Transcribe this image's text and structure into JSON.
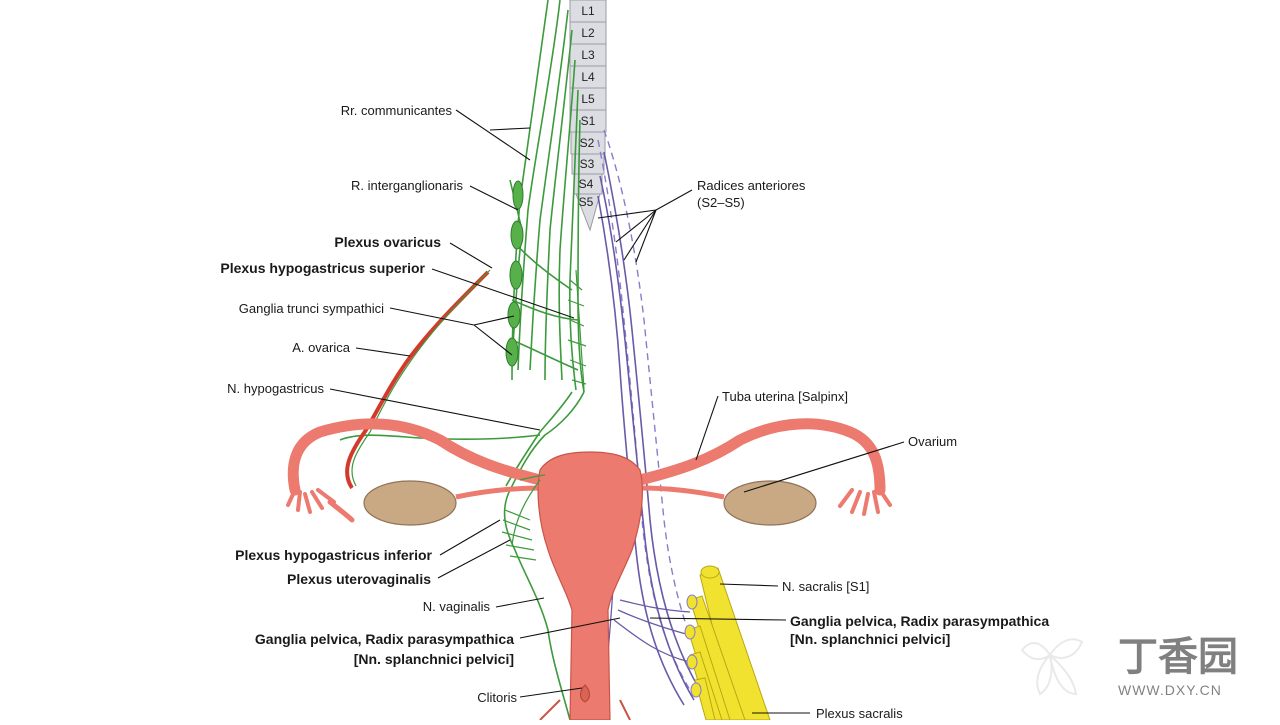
{
  "vertebrae": [
    "L1",
    "L2",
    "L3",
    "L4",
    "L5",
    "S1",
    "S2",
    "S3",
    "S4",
    "S5"
  ],
  "labels_left": {
    "rr_communicantes": "Rr. communicantes",
    "r_interganglionaris": "R. interganglionaris",
    "plexus_ovaricus": "Plexus ovaricus",
    "plexus_hypogastricus_superior": "Plexus hypogastricus superior",
    "ganglia_trunci_sympathici": "Ganglia trunci sympathici",
    "a_ovarica": "A. ovarica",
    "n_hypogastricus": "N. hypogastricus",
    "plexus_hypogastricus_inferior": "Plexus hypogastricus inferior",
    "plexus_uterovaginalis": "Plexus uterovaginalis",
    "n_vaginalis": "N. vaginalis",
    "ganglia_pelvica_line1": "Ganglia pelvica, Radix parasympathica",
    "ganglia_pelvica_line2": "[Nn. splanchnici pelvici]",
    "clitoris": "Clitoris"
  },
  "labels_right": {
    "radices_anteriores_line1": "Radices anteriores",
    "radices_anteriores_line2": "(S2–S5)",
    "tuba_uterina": "Tuba uterina [Salpinx]",
    "ovarium": "Ovarium",
    "n_sacralis": "N. sacralis [S1]",
    "ganglia_pelvica_line1": "Ganglia pelvica, Radix parasympathica",
    "ganglia_pelvica_line2": "[Nn. splanchnici pelvici]",
    "plexus_sacralis": "Plexus sacralis"
  },
  "watermark": {
    "chinese": "丁香园",
    "url": "WWW.DXY.CN"
  },
  "colors": {
    "sympathetic": "#3c9a3c",
    "parasympathetic": "#6a5aa8",
    "artery": "#d43a2c",
    "uterus": "#ec7a6e",
    "ovary": "#c9a983",
    "sacral_nerve": "#f2e230"
  }
}
